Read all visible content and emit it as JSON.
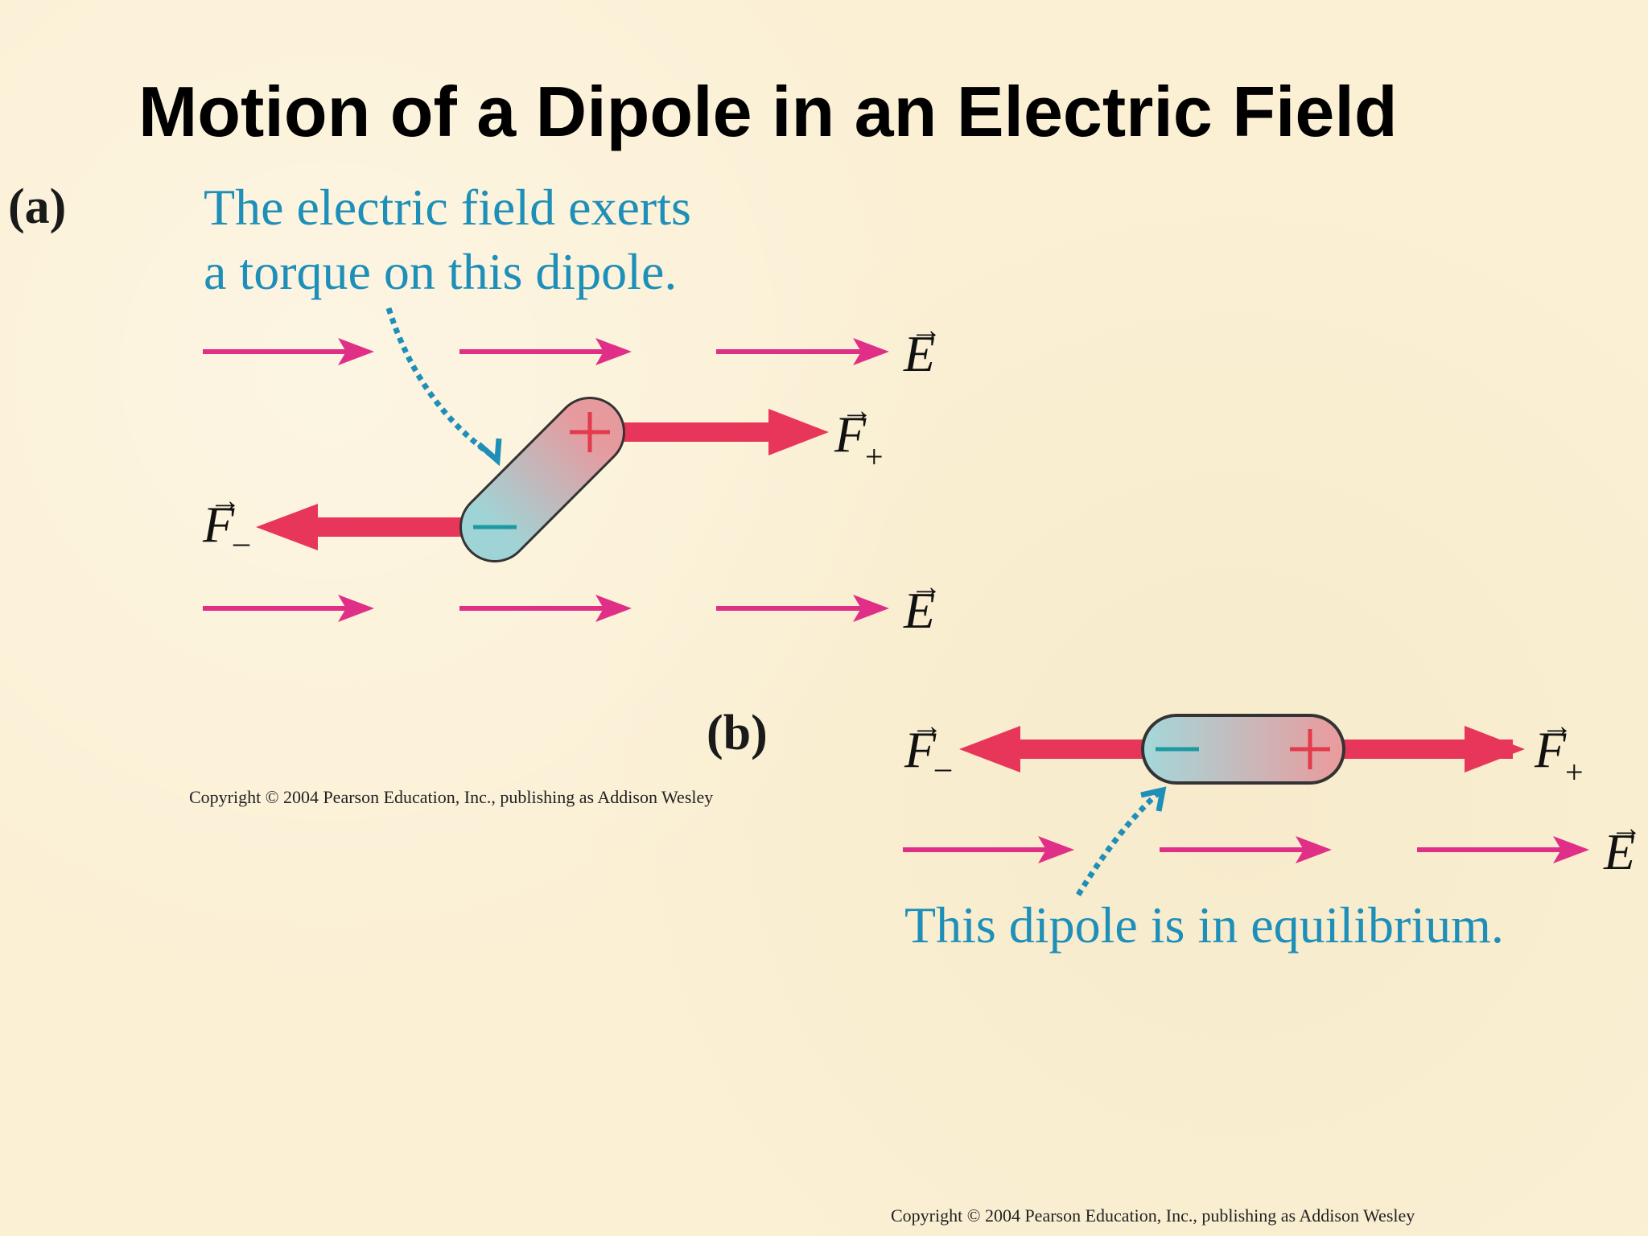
{
  "title": "Motion of a Dipole in an Electric Field",
  "panel_a": {
    "label": "(a)",
    "caption_line1": "The electric field exerts",
    "caption_line2": "a torque on this dipole.",
    "copyright": "Copyright © 2004 Pearson Education, Inc., publishing as Addison Wesley",
    "field_symbol": "E",
    "force_plus_symbol": "F",
    "force_plus_sub": "+",
    "force_minus_symbol": "F",
    "force_minus_sub": "–",
    "plus_charge": "+",
    "minus_charge": "−"
  },
  "panel_b": {
    "label": "(b)",
    "caption": "This dipole is in equilibrium.",
    "copyright": "Copyright © 2004 Pearson Education, Inc., publishing as Addison Wesley",
    "field_symbol": "E",
    "force_plus_symbol": "F",
    "force_plus_sub": "+",
    "force_minus_symbol": "F",
    "force_minus_sub": "–",
    "plus_charge": "+",
    "minus_charge": "−"
  },
  "colors": {
    "field_arrow": "#e02f87",
    "force_arrow": "#e8365a",
    "caption": "#1e8fb8",
    "pointer": "#1e8fb8"
  },
  "vector_arrow_glyph": "→"
}
